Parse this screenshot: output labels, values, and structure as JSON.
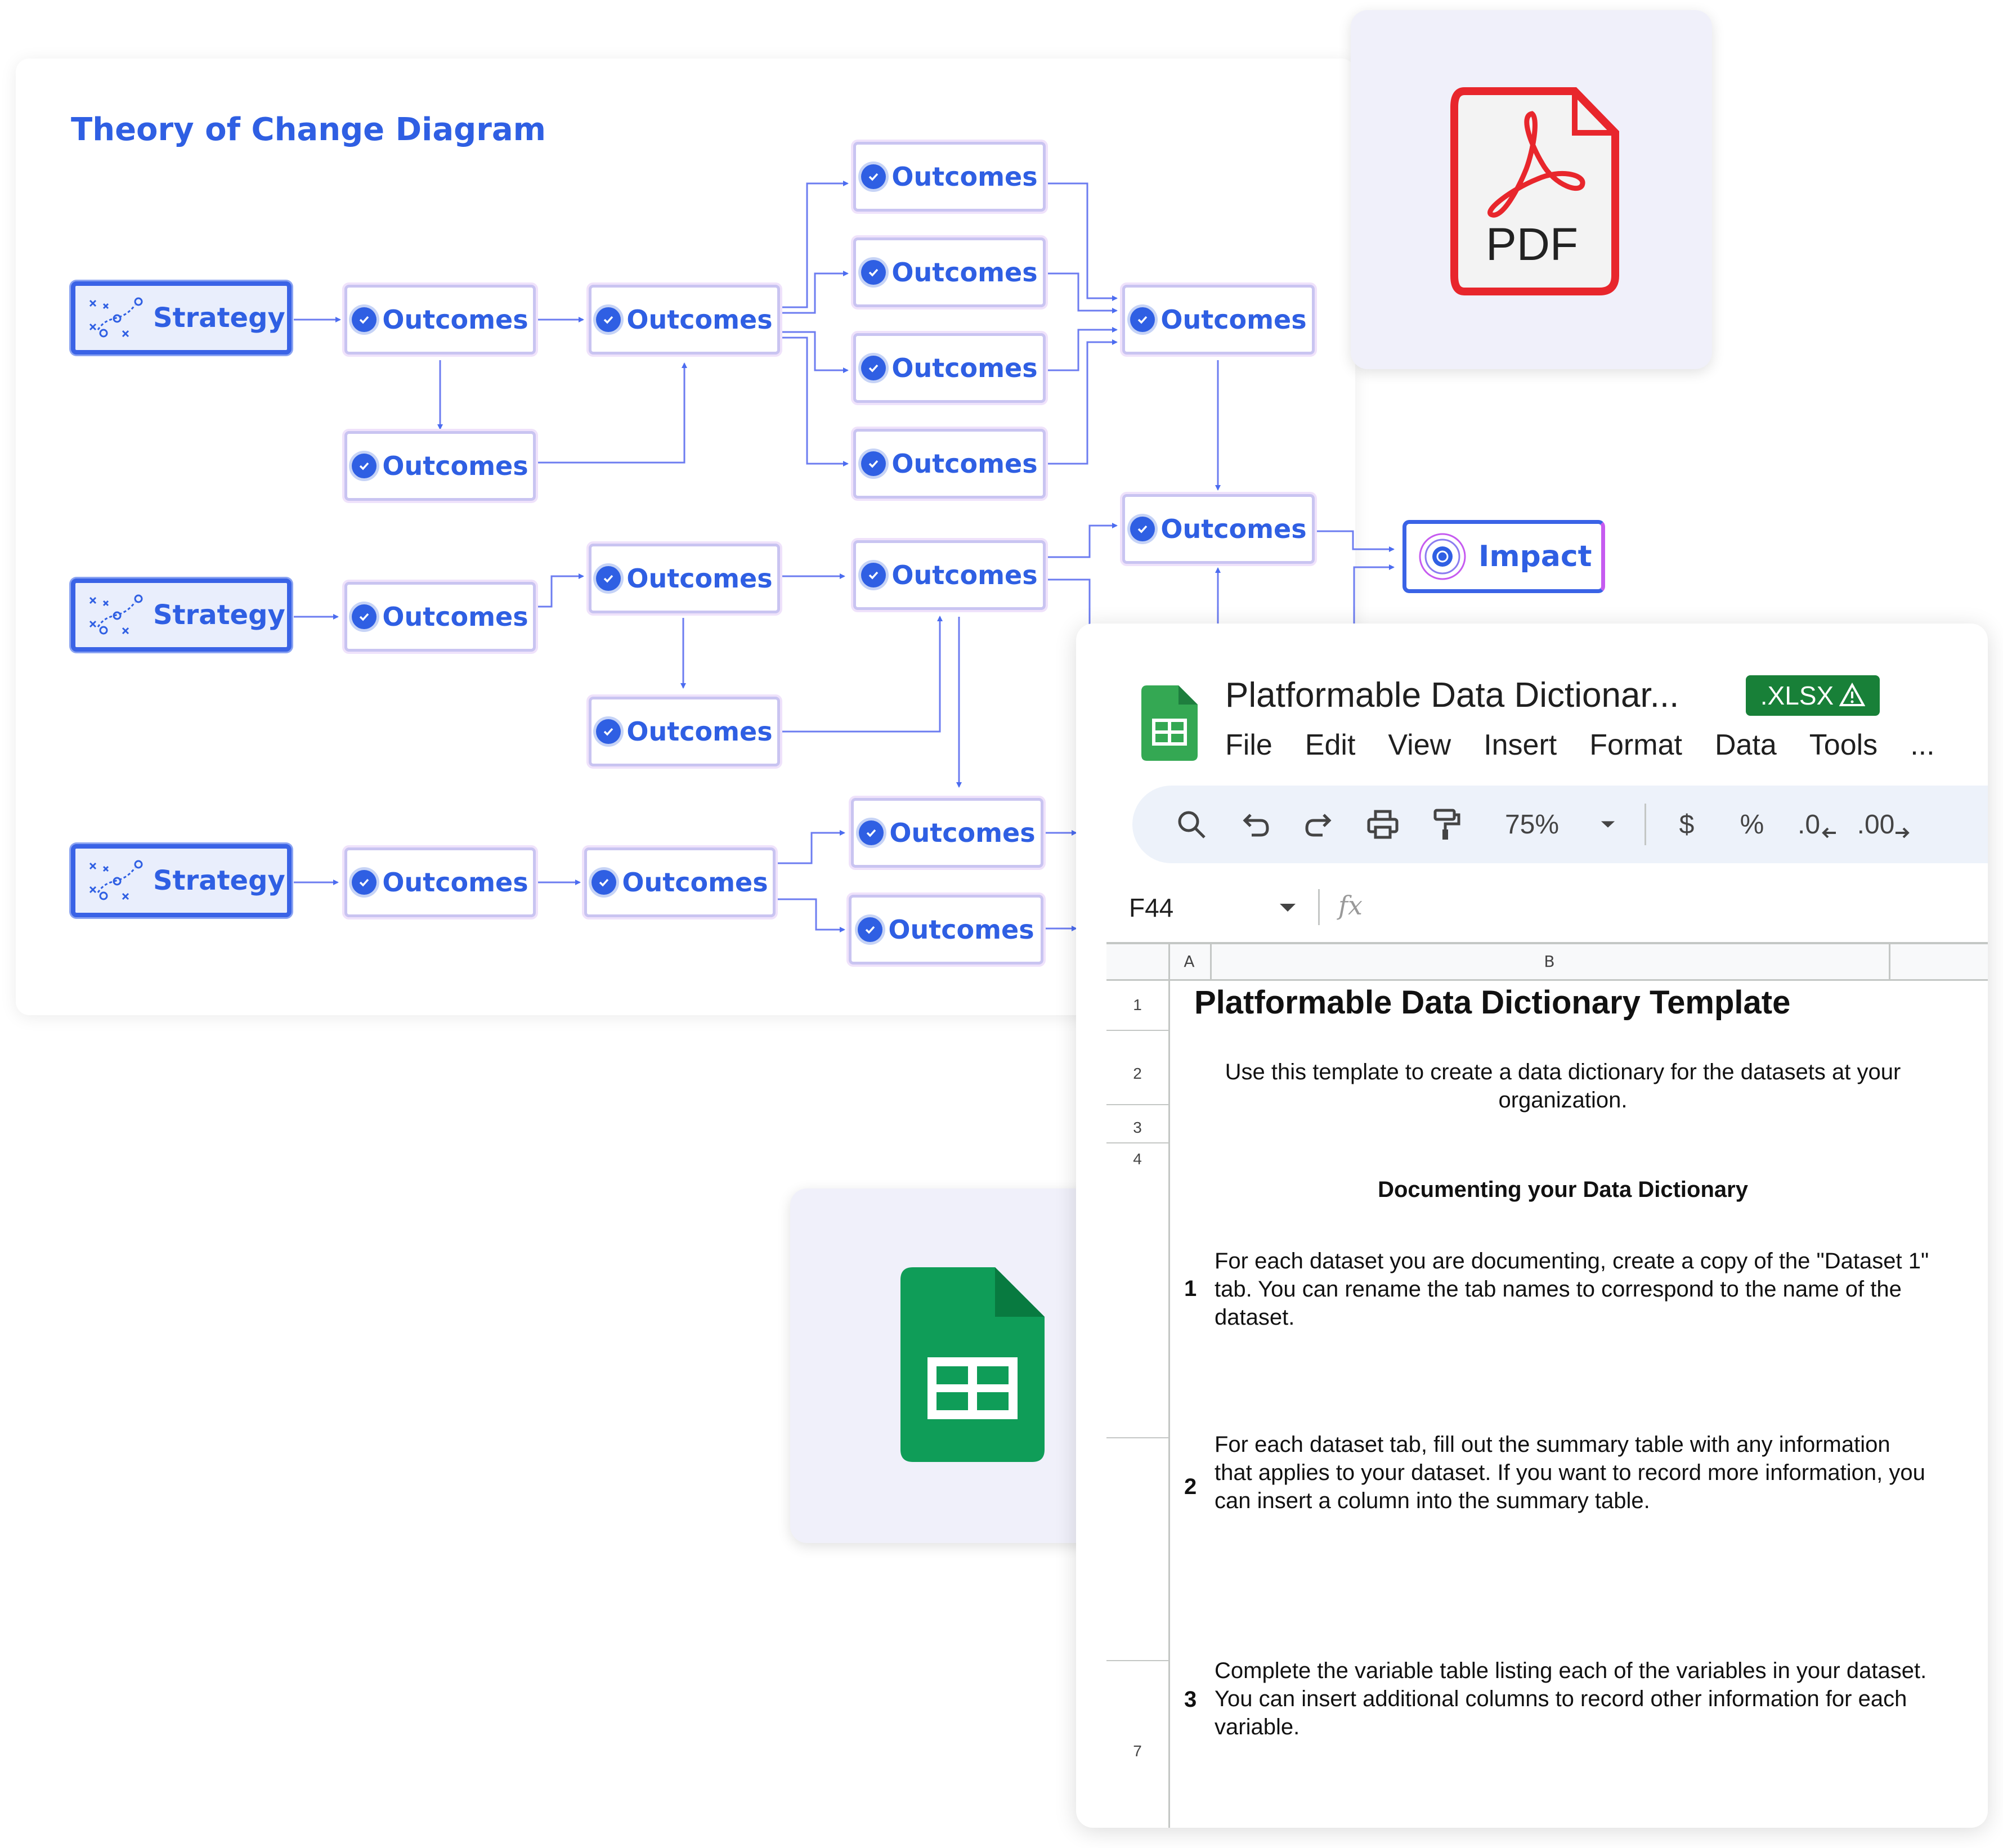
{
  "diagram": {
    "title": "Theory of Change Diagram",
    "strategy_label": "Strategy",
    "outcome_label": "Outcomes",
    "impact_label": "Impact",
    "colors": {
      "primary": "#2f5fe3",
      "node_border": "#c9c4f1",
      "line": "#4b6cf0",
      "impact_accent": "#c65bf0"
    }
  },
  "pdf_card": {
    "label": "PDF",
    "icon": "pdf-file-icon",
    "color": "#e8262c"
  },
  "sheets_card": {
    "icon": "google-sheets-icon",
    "color": "#0f9d58"
  },
  "spreadsheet": {
    "doc_title": "Platformable Data Dictionar...",
    "badge": ".XLSX",
    "menu": [
      "File",
      "Edit",
      "View",
      "Insert",
      "Format",
      "Data",
      "Tools",
      "..."
    ],
    "toolbar": {
      "zoom": "75%",
      "currency": "$",
      "percent": "%",
      "dec_decrease": ".0",
      "dec_increase": ".00"
    },
    "name_box": "F44",
    "fx": "fx",
    "columns": [
      "A",
      "B"
    ],
    "rows": [
      "1",
      "2",
      "3",
      "4",
      "7"
    ],
    "title": "Platformable Data Dictionary Template",
    "intro": "Use this template to create a data dictionary for the datasets at your organization.",
    "section_heading": "Documenting your Data Dictionary",
    "steps": [
      {
        "num": "1",
        "text": "For each dataset you are documenting, create a copy of the \"Dataset 1\" tab. You can rename the tab names to correspond to the name of the dataset."
      },
      {
        "num": "2",
        "text": "For each dataset tab, fill out the summary table with any information that applies to your dataset. If you want to record more information, you can insert a column into the summary table."
      },
      {
        "num": "3",
        "text": "Complete the variable table listing each of the variables in your dataset. You can insert additional columns to record other information for each variable."
      }
    ]
  }
}
